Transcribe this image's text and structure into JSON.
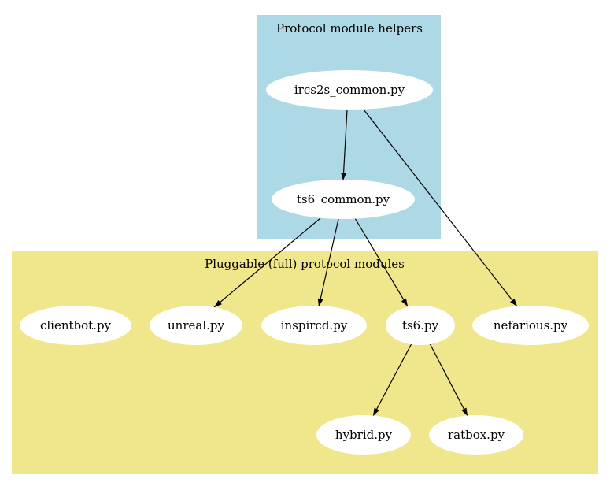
{
  "clusters": {
    "helpers": {
      "label": "Protocol module helpers",
      "fill": "#add8e6"
    },
    "modules": {
      "label": "Pluggable (full) protocol modules",
      "fill": "#f0e68c"
    }
  },
  "nodes": {
    "ircs2s_common": "ircs2s_common.py",
    "ts6_common": "ts6_common.py",
    "clientbot": "clientbot.py",
    "unreal": "unreal.py",
    "inspircd": "inspircd.py",
    "ts6": "ts6.py",
    "nefarious": "nefarious.py",
    "hybrid": "hybrid.py",
    "ratbox": "ratbox.py"
  },
  "edges": [
    [
      "ircs2s_common",
      "ts6_common"
    ],
    [
      "ircs2s_common",
      "nefarious"
    ],
    [
      "ts6_common",
      "unreal"
    ],
    [
      "ts6_common",
      "inspircd"
    ],
    [
      "ts6_common",
      "ts6"
    ],
    [
      "ts6",
      "hybrid"
    ],
    [
      "ts6",
      "ratbox"
    ]
  ],
  "colors": {
    "node_fill": "#ffffff",
    "edge": "#000000"
  }
}
